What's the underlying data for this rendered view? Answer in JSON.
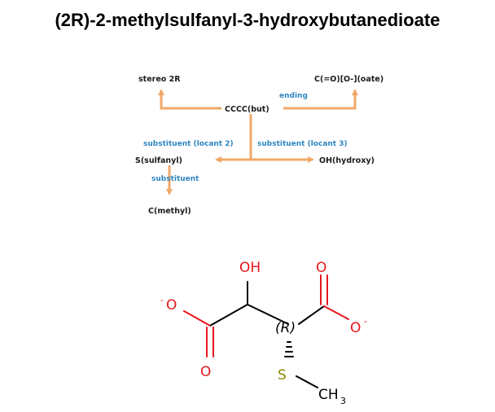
{
  "title": "(2R)-2-methylsulfanyl-3-hydroxybutanedioate",
  "tree": {
    "nodes": {
      "root": "CCCC(but)",
      "stereo": "stereo 2R",
      "ending_value": "C(=O)[O-](oate)",
      "sulfanyl": "S(sulfanyl)",
      "hydroxy": "OH(hydroxy)",
      "methyl": "C(methyl)"
    },
    "edges": {
      "ending": "ending",
      "sub_locant2": "substituent (locant 2)",
      "sub_locant3": "substituent (locant 3)",
      "substituent": "substituent"
    }
  },
  "molecule": {
    "hydroxyl": "OH",
    "carbonyl_o_left": "O",
    "carbonyl_o_right": "O",
    "oxide_left": "O",
    "oxide_right": "O",
    "charge": "-",
    "stereo_label": "(R)",
    "sulfur": "S",
    "methyl": "CH",
    "methyl_subscript": "3"
  },
  "colors": {
    "arrow": "#f0a868",
    "edge_label": "#2e86c1",
    "oxygen": "#e8161d",
    "sulfur": "#8a8a00",
    "bond": "#000000"
  }
}
